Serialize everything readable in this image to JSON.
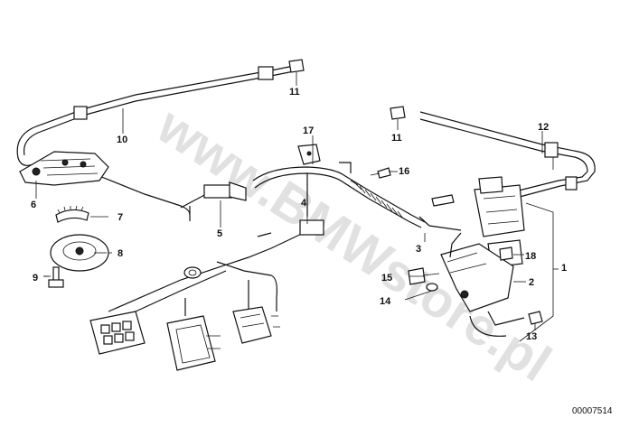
{
  "watermark": "www.BMWstore.pl",
  "document_number": "00007514",
  "callouts": {
    "c1": "1",
    "c2": "2",
    "c3": "3",
    "c4": "4",
    "c5": "5",
    "c6": "6",
    "c7": "7",
    "c8": "8",
    "c9": "9",
    "c10": "10",
    "c11a": "11",
    "c11b": "11",
    "c12": "12",
    "c13": "13",
    "c14": "14",
    "c15": "15",
    "c16": "16",
    "c17": "17",
    "c18": "18"
  }
}
